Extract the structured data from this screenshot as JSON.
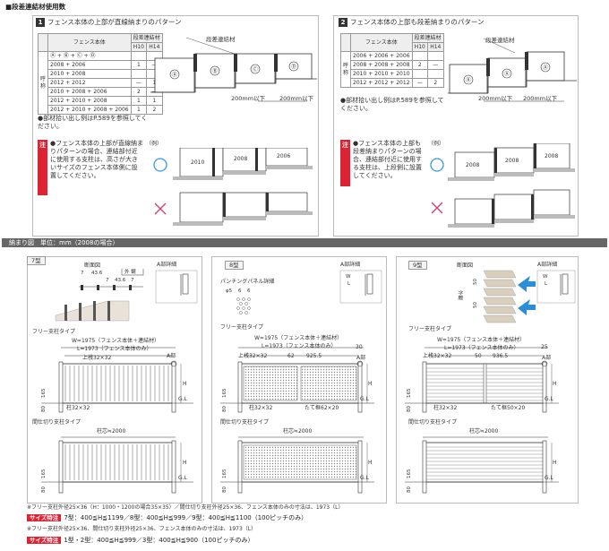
{
  "section_title": "■段差連結材使用数",
  "pattern1": {
    "num": "1",
    "title": "フェンス本体の上部が直線納まりのパターン",
    "table": {
      "head_name": "フェンス本体",
      "head_count": "段差連結材",
      "h10": "H10",
      "h14": "H14",
      "group_label": "呼称",
      "rows": [
        {
          "name": "Ⓐ + Ⓑ + Ⓒ + Ⓓ",
          "h10": "",
          "h14": ""
        },
        {
          "name": "2008 + 2006",
          "h10": "1",
          "h14": "—"
        },
        {
          "name": "2010 + 2008",
          "h10": "",
          "h14": ""
        },
        {
          "name": "2012 + 2012",
          "h10": "—",
          "h14": "1"
        },
        {
          "name": "2010 + 2008 + 2006",
          "h10": "2",
          "h14": "—"
        },
        {
          "name": "2012 + 2010 + 2008",
          "h10": "1",
          "h14": "1"
        },
        {
          "name": "2012 + 2010 + 2008 + 2006",
          "h10": "1",
          "h14": "2"
        }
      ]
    },
    "diagram_label": "段差連結材",
    "panels": [
      "Ⓐ",
      "Ⓑ",
      "Ⓒ",
      "Ⓓ"
    ],
    "dim1": "200mm以下",
    "dim2": "200mm以下",
    "note": "●部材拾い出し例はP.589を参照してください。",
    "warn_tag": "注",
    "warn": "●フェンス本体の上部が直線納まりパターンの場合、連結部付近に使用する支柱は、高さが大きいサイズのフェンス本体側に設置してください。",
    "example": "（例）",
    "ex_panels": [
      "2010",
      "2008",
      "2006"
    ]
  },
  "pattern2": {
    "num": "2",
    "title": "フェンス本体の上部も段差納まりのパターン",
    "table": {
      "head_name": "フェンス本体",
      "head_count": "段差連結材",
      "h10": "H10",
      "h14": "H14",
      "group_label": "呼称",
      "rows": [
        {
          "name": "2006 + 2006 + 2006",
          "h10": "",
          "h14": ""
        },
        {
          "name": "2008 + 2008 + 2008",
          "h10": "2",
          "h14": "—"
        },
        {
          "name": "2010 + 2010 + 2010",
          "h10": "",
          "h14": ""
        },
        {
          "name": "2012 + 2012 + 2012",
          "h10": "—",
          "h14": "2"
        }
      ]
    },
    "diagram_label": "段差連結材",
    "panels": [
      "Ⓐ",
      "Ⓐ",
      "Ⓐ"
    ],
    "dim1": "200mm以下",
    "dim2": "200mm以下",
    "note": "●部材拾い出し例はP.589を参照してください。",
    "warn_tag": "注",
    "warn": "●フェンス本体の上部も段差納まりパターンの場合、連結部付近に使用する支柱は、上段側に設置してください。",
    "example": "（例）",
    "ex_panels": [
      "2008",
      "2008",
      "2008"
    ]
  },
  "section2_title": "納まり図　単位：mm（2008の場合）",
  "type7": {
    "label": "7型",
    "section": "断面図",
    "detail": "A部詳細",
    "dims": {
      "a": "7",
      "b": "43.6",
      "c": "7",
      "d": "43.6",
      "e": "7",
      "f": "外 観"
    },
    "free": "フリー支柱タイプ",
    "w": "W=1975（フェンス本体＋連結材）",
    "l": "L=1973（フェンス本体のみ）",
    "top": "上桟32×32",
    "post": "柱32×32",
    "apart": "A部",
    "h": "H",
    "gl": "G.L",
    "d1": "165",
    "d2": "80",
    "partition": "間仕切り支柱タイプ",
    "pitch": "柱芯≒2000"
  },
  "type8": {
    "label": "8型",
    "detail": "A部詳細",
    "punch": "パンチングパネル詳細",
    "p1": "φ5",
    "p2": "6",
    "p3": "6",
    "free": "フリー支柱タイプ",
    "w": "W=1975（フェンス本体＋連結材）",
    "l": "L=1973（フェンス本体のみ）",
    "top": "上桟32×32",
    "d62": "62",
    "d925": "925.5",
    "d30": "30",
    "post": "柱32×32",
    "frame": "たて框62×20",
    "apart": "A部",
    "h": "H",
    "gl": "G.L",
    "d1": "165",
    "d2": "80",
    "partition": "間仕切り支柱タイプ",
    "pitch": "柱芯≒2000"
  },
  "type9": {
    "label": "9型",
    "section": "断面図",
    "detail": "A部詳細",
    "outer": "外観",
    "d50a": "50",
    "d50b": "50",
    "free": "フリー支柱タイプ",
    "w": "W=1975（フェンス本体＋連結材）",
    "l": "L=1973（フェンス本体のみ）",
    "top": "上桟32×32",
    "d50": "50",
    "d936": "936.5",
    "d25": "25",
    "post": "柱32×32",
    "frame": "たて框50×20",
    "apart": "A部",
    "h": "H",
    "gl": "G.L",
    "d1": "165",
    "d2": "80",
    "partition": "間仕切り支柱タイプ",
    "pitch": "柱芯≒2000"
  },
  "footnote1": "※フリー支柱外径25×36（H：1000・1200の場合35×35）／間仕切り支柱外径25×36、フェンス本体のみの寸法は、1973（L）",
  "sizetag1": "サイズ特注",
  "footline1": "7型：400≦H≦1199／8型：400≦H≦999／9型：400≦H≦1100（100ピッチのみ）",
  "footnote2": "※フリー支柱外径25×36、間仕切り支柱外径25×36、フェンス本体のみの寸法は、1973（L）",
  "sizetag2": "サイズ特注",
  "footline2": "1型・2型：400≦H≦999／3型：400≦H≦900（100ピッチのみ）"
}
